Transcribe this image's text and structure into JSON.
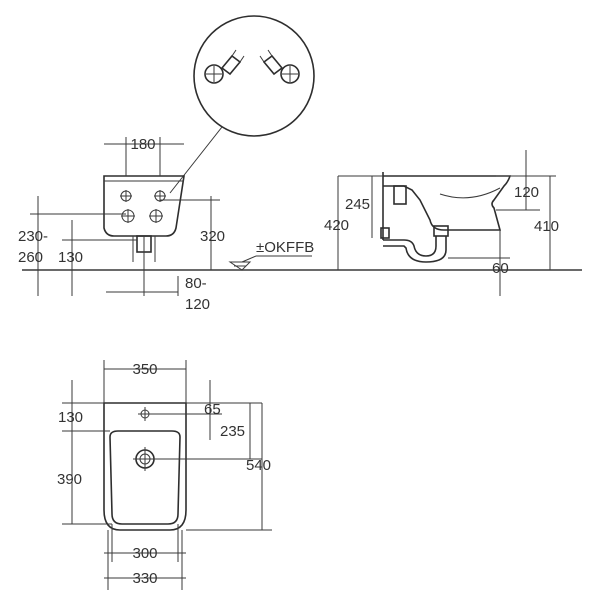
{
  "datum_label": "±OKFFB",
  "front_view": {
    "width_180": "180",
    "h_230": "230-",
    "h_260": "260",
    "h_130": "130",
    "h_320": "320",
    "off_80": "80-",
    "off_120": "120"
  },
  "side_view": {
    "h_245": "245",
    "h_420": "420",
    "d_120": "120",
    "h_410": "410",
    "d_60": "60"
  },
  "top_view": {
    "w_350": "350",
    "d_130": "130",
    "d_65": "65",
    "d_235": "235",
    "d_390": "390",
    "d_540": "540",
    "w_300": "300",
    "w_330": "330"
  }
}
